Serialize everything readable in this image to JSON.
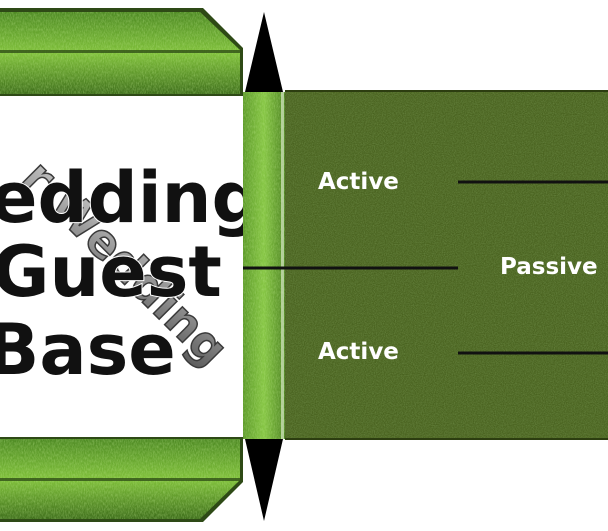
{
  "box_label": {
    "lines": [
      "edding",
      "Guest",
      "Base"
    ]
  },
  "watermark_text": "r Wedding",
  "zones": {
    "top": "Active",
    "middle": "Passive",
    "bottom": "Active"
  },
  "colors": {
    "grass_light": "#6fae2c",
    "grass_dark": "#3f5f1e",
    "turf_dark": "#415a1a",
    "turf_mid": "#566f24",
    "label_text": "#ffffff",
    "box_text": "#111111",
    "line": "#111111",
    "arrow": "#000000"
  }
}
